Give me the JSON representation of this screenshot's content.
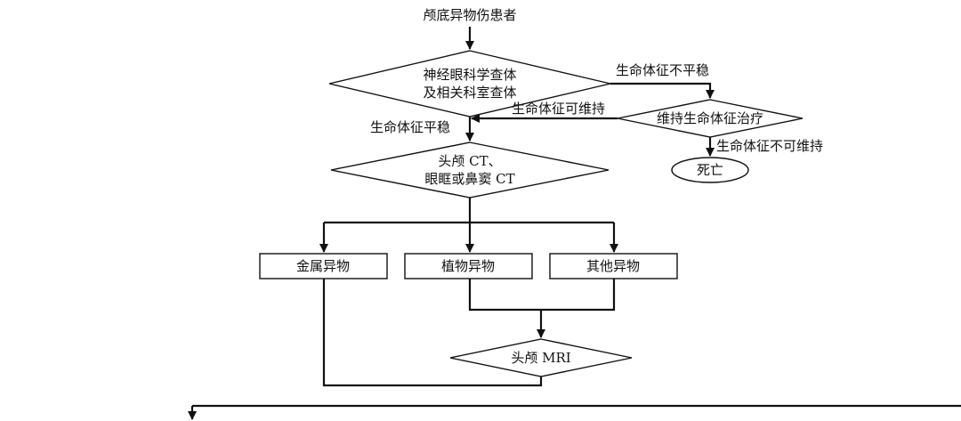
{
  "diagram": {
    "start_label": "颅底异物伤患者",
    "exam_label_line1": "神经眼科学查体",
    "exam_label_line2": "及相关科室查体",
    "unstable_edge_label": "生命体征不平稳",
    "maintainable_edge_label": "生命体征可维持",
    "stable_edge_label": "生命体征平稳",
    "life_support_label": "维持生命体征治疗",
    "not_maintainable_edge_label": "生命体征不可维持",
    "death_label": "死亡",
    "ct_label_line1": "头颅 CT、",
    "ct_label_line2": "眼眶或鼻窦 CT",
    "metal_label": "金属异物",
    "plant_label": "植物异物",
    "other_label": "其他异物",
    "mri_label": "头颅 MRI"
  }
}
